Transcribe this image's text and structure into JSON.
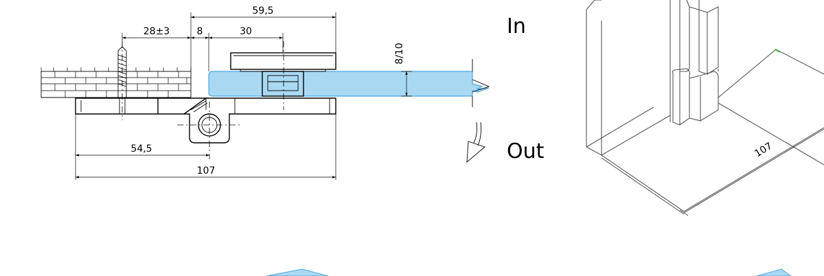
{
  "colors": {
    "glass": "#a9d8f3",
    "glass_edge": "#4aa6dd",
    "line": "#000000",
    "accent_corner": "#36c23a"
  },
  "side_view": {
    "dimensions": {
      "overall_top": "59,5",
      "wall_offset": "28±3",
      "gap": "8",
      "clamp": "30",
      "glass_thickness": "8/10",
      "axis_to_wall": "54,5",
      "overall_bottom": "107"
    },
    "labels": {
      "inside": "In",
      "outside": "Out"
    }
  },
  "iso_view": {
    "dimension": "107"
  }
}
